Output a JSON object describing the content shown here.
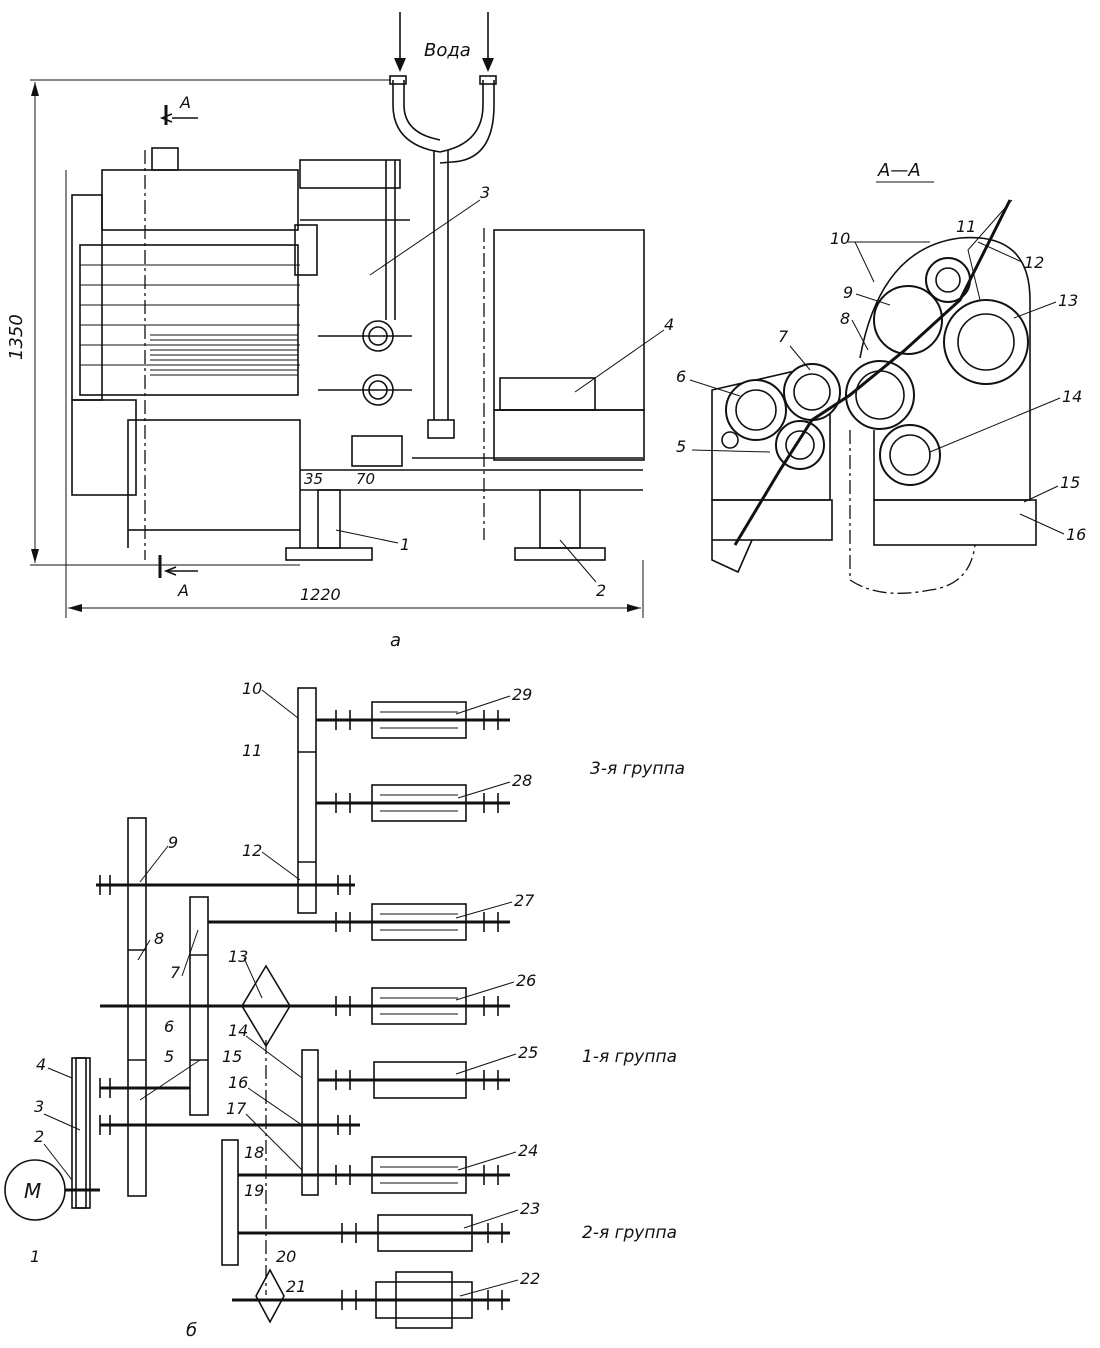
{
  "top_view": {
    "water_label": "Вода",
    "height_dim": "1350",
    "width_dim": "1220",
    "dim_35": "35",
    "dim_70": "70",
    "section_mark": "А",
    "part_labels": [
      "1",
      "2",
      "3",
      "4"
    ],
    "caption": "а"
  },
  "section_view": {
    "title": "А—А",
    "part_labels": [
      "5",
      "6",
      "7",
      "8",
      "9",
      "10",
      "11",
      "12",
      "13",
      "14",
      "15",
      "16"
    ]
  },
  "kinematic": {
    "motor_label": "М",
    "labels": [
      "1",
      "2",
      "3",
      "4",
      "5",
      "6",
      "7",
      "8",
      "9",
      "10",
      "11",
      "12",
      "13",
      "14",
      "15",
      "16",
      "17",
      "18",
      "19",
      "20",
      "21",
      "22",
      "23",
      "24",
      "25",
      "26",
      "27",
      "28",
      "29"
    ],
    "groups": [
      "3-я группа",
      "1-я группа",
      "2-я группа"
    ],
    "caption": "б"
  }
}
